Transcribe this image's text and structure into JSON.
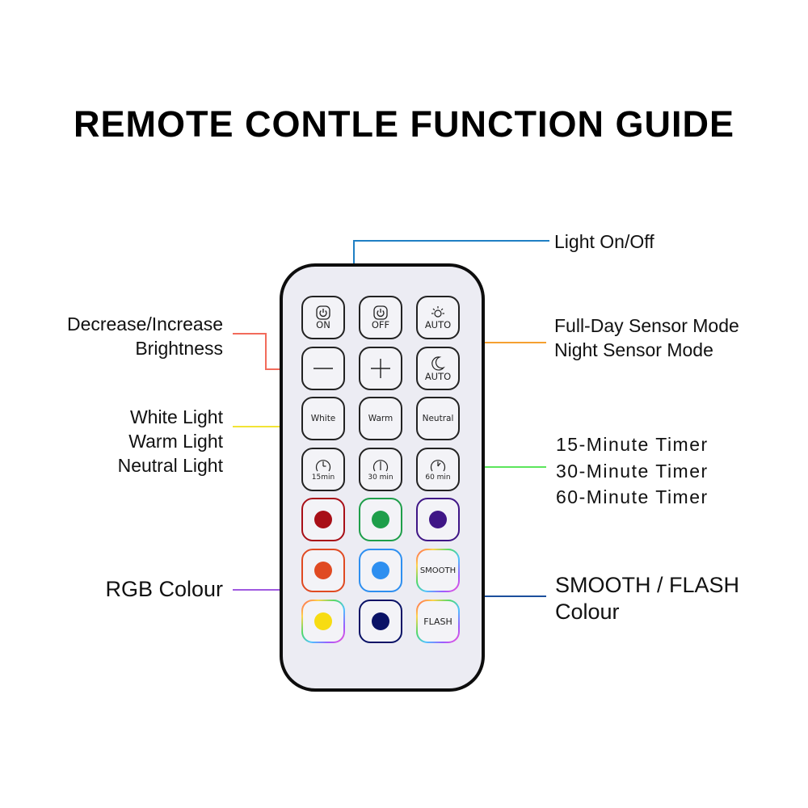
{
  "title": "REMOTE CONTLE FUNCTION GUIDE",
  "labels": {
    "light_on_off": "Light On/Off",
    "decrease_increase": [
      "Decrease/Increase",
      "Brightness"
    ],
    "sensor_modes": [
      "Full-Day Sensor Mode",
      "Night Sensor Mode"
    ],
    "white_warm_neutral": [
      "White Light",
      "Warm Light",
      "Neutral Light"
    ],
    "timers": [
      "15-Minute Timer",
      "30-Minute Timer",
      "60-Minute Timer"
    ],
    "rgb_colour": "RGB Colour",
    "smooth_flash": [
      "SMOOTH / FLASH",
      "Colour"
    ]
  },
  "buttons": {
    "on": "ON",
    "off": "OFF",
    "auto_day": "AUTO",
    "auto_night": "AUTO",
    "minus": "—",
    "plus": "+",
    "white": "White",
    "warm": "Warm",
    "neutral": "Neutral",
    "t15": "15min",
    "t30": "30 min",
    "t60": "60 min",
    "smooth": "SMOOTH",
    "flash": "FLASH"
  },
  "colors": {
    "light_on_off_line": "#1f7fc4",
    "brightness_line": "#f26b5b",
    "sensor_line": "#f5a030",
    "white_light_line": "#f2e436",
    "timer_line": "#5ce65c",
    "rgb_line": "#a05ae0",
    "smooth_line": "#1c4f9c",
    "dots": {
      "dark_red": "#a80f17",
      "green": "#1e9e4a",
      "purple": "#3f1686",
      "orange": "#e04a22",
      "sky_blue": "#2e8ff0",
      "yellow": "#f7dc12",
      "navy": "#0a1266"
    }
  }
}
